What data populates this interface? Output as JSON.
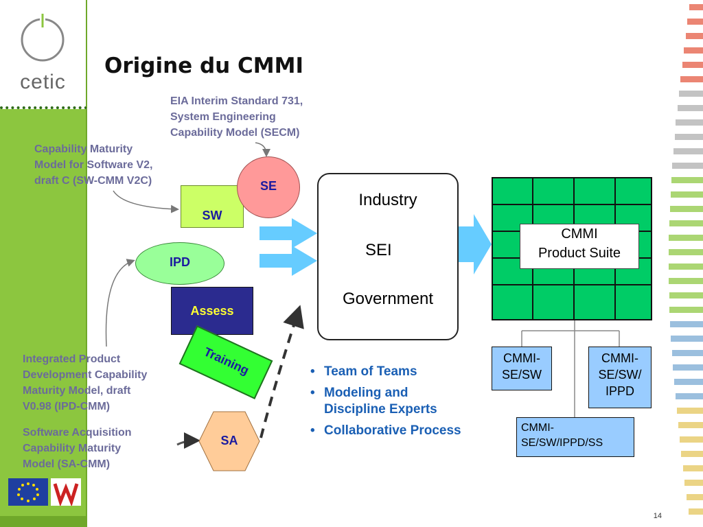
{
  "brand": {
    "logo_text": "cetic"
  },
  "slide": {
    "title": "Origine du CMMI",
    "page_number": "14"
  },
  "notes": {
    "secm": [
      "EIA Interim Standard 731,",
      "System Engineering",
      "Capability Model (SECM)"
    ],
    "swcmm": [
      "Capability Maturity",
      "Model for Software V2,",
      "draft C (SW-CMM V2C)"
    ],
    "ipdcmm": [
      "Integrated Product",
      "Development Capability",
      "Maturity Model, draft",
      "V0.98 (IPD-CMM)"
    ],
    "sacmm": [
      "Software Acquisition",
      "Capability Maturity",
      "Model (SA-CMM)"
    ]
  },
  "sources": {
    "se": "SE",
    "sw": "SW",
    "ipd": "IPD",
    "assess": "Assess",
    "training": "Training",
    "sa": "SA"
  },
  "center_box": {
    "industry": "Industry",
    "sei": "SEI",
    "government": "Government"
  },
  "suite": {
    "line1": "CMMI",
    "line2": "Product Suite"
  },
  "variants": {
    "sesw": [
      "CMMI-",
      "SE/SW"
    ],
    "seswippd": [
      "CMMI-",
      "SE/SW/",
      "IPPD"
    ],
    "seswippdss": [
      "CMMI-",
      "SE/SW/IPPD/SS"
    ]
  },
  "bullets": [
    "Team of Teams",
    "Modeling and",
    "Discipline Experts",
    "Collaborative Process"
  ],
  "colors": {
    "sidebar": "#8cc63f",
    "note_text": "#6b6b9a",
    "bullet_text": "#1a5fb4",
    "grid_fill": "#00cc66",
    "variant_fill": "#99ccff",
    "arrow_fill": "#66ccff"
  }
}
